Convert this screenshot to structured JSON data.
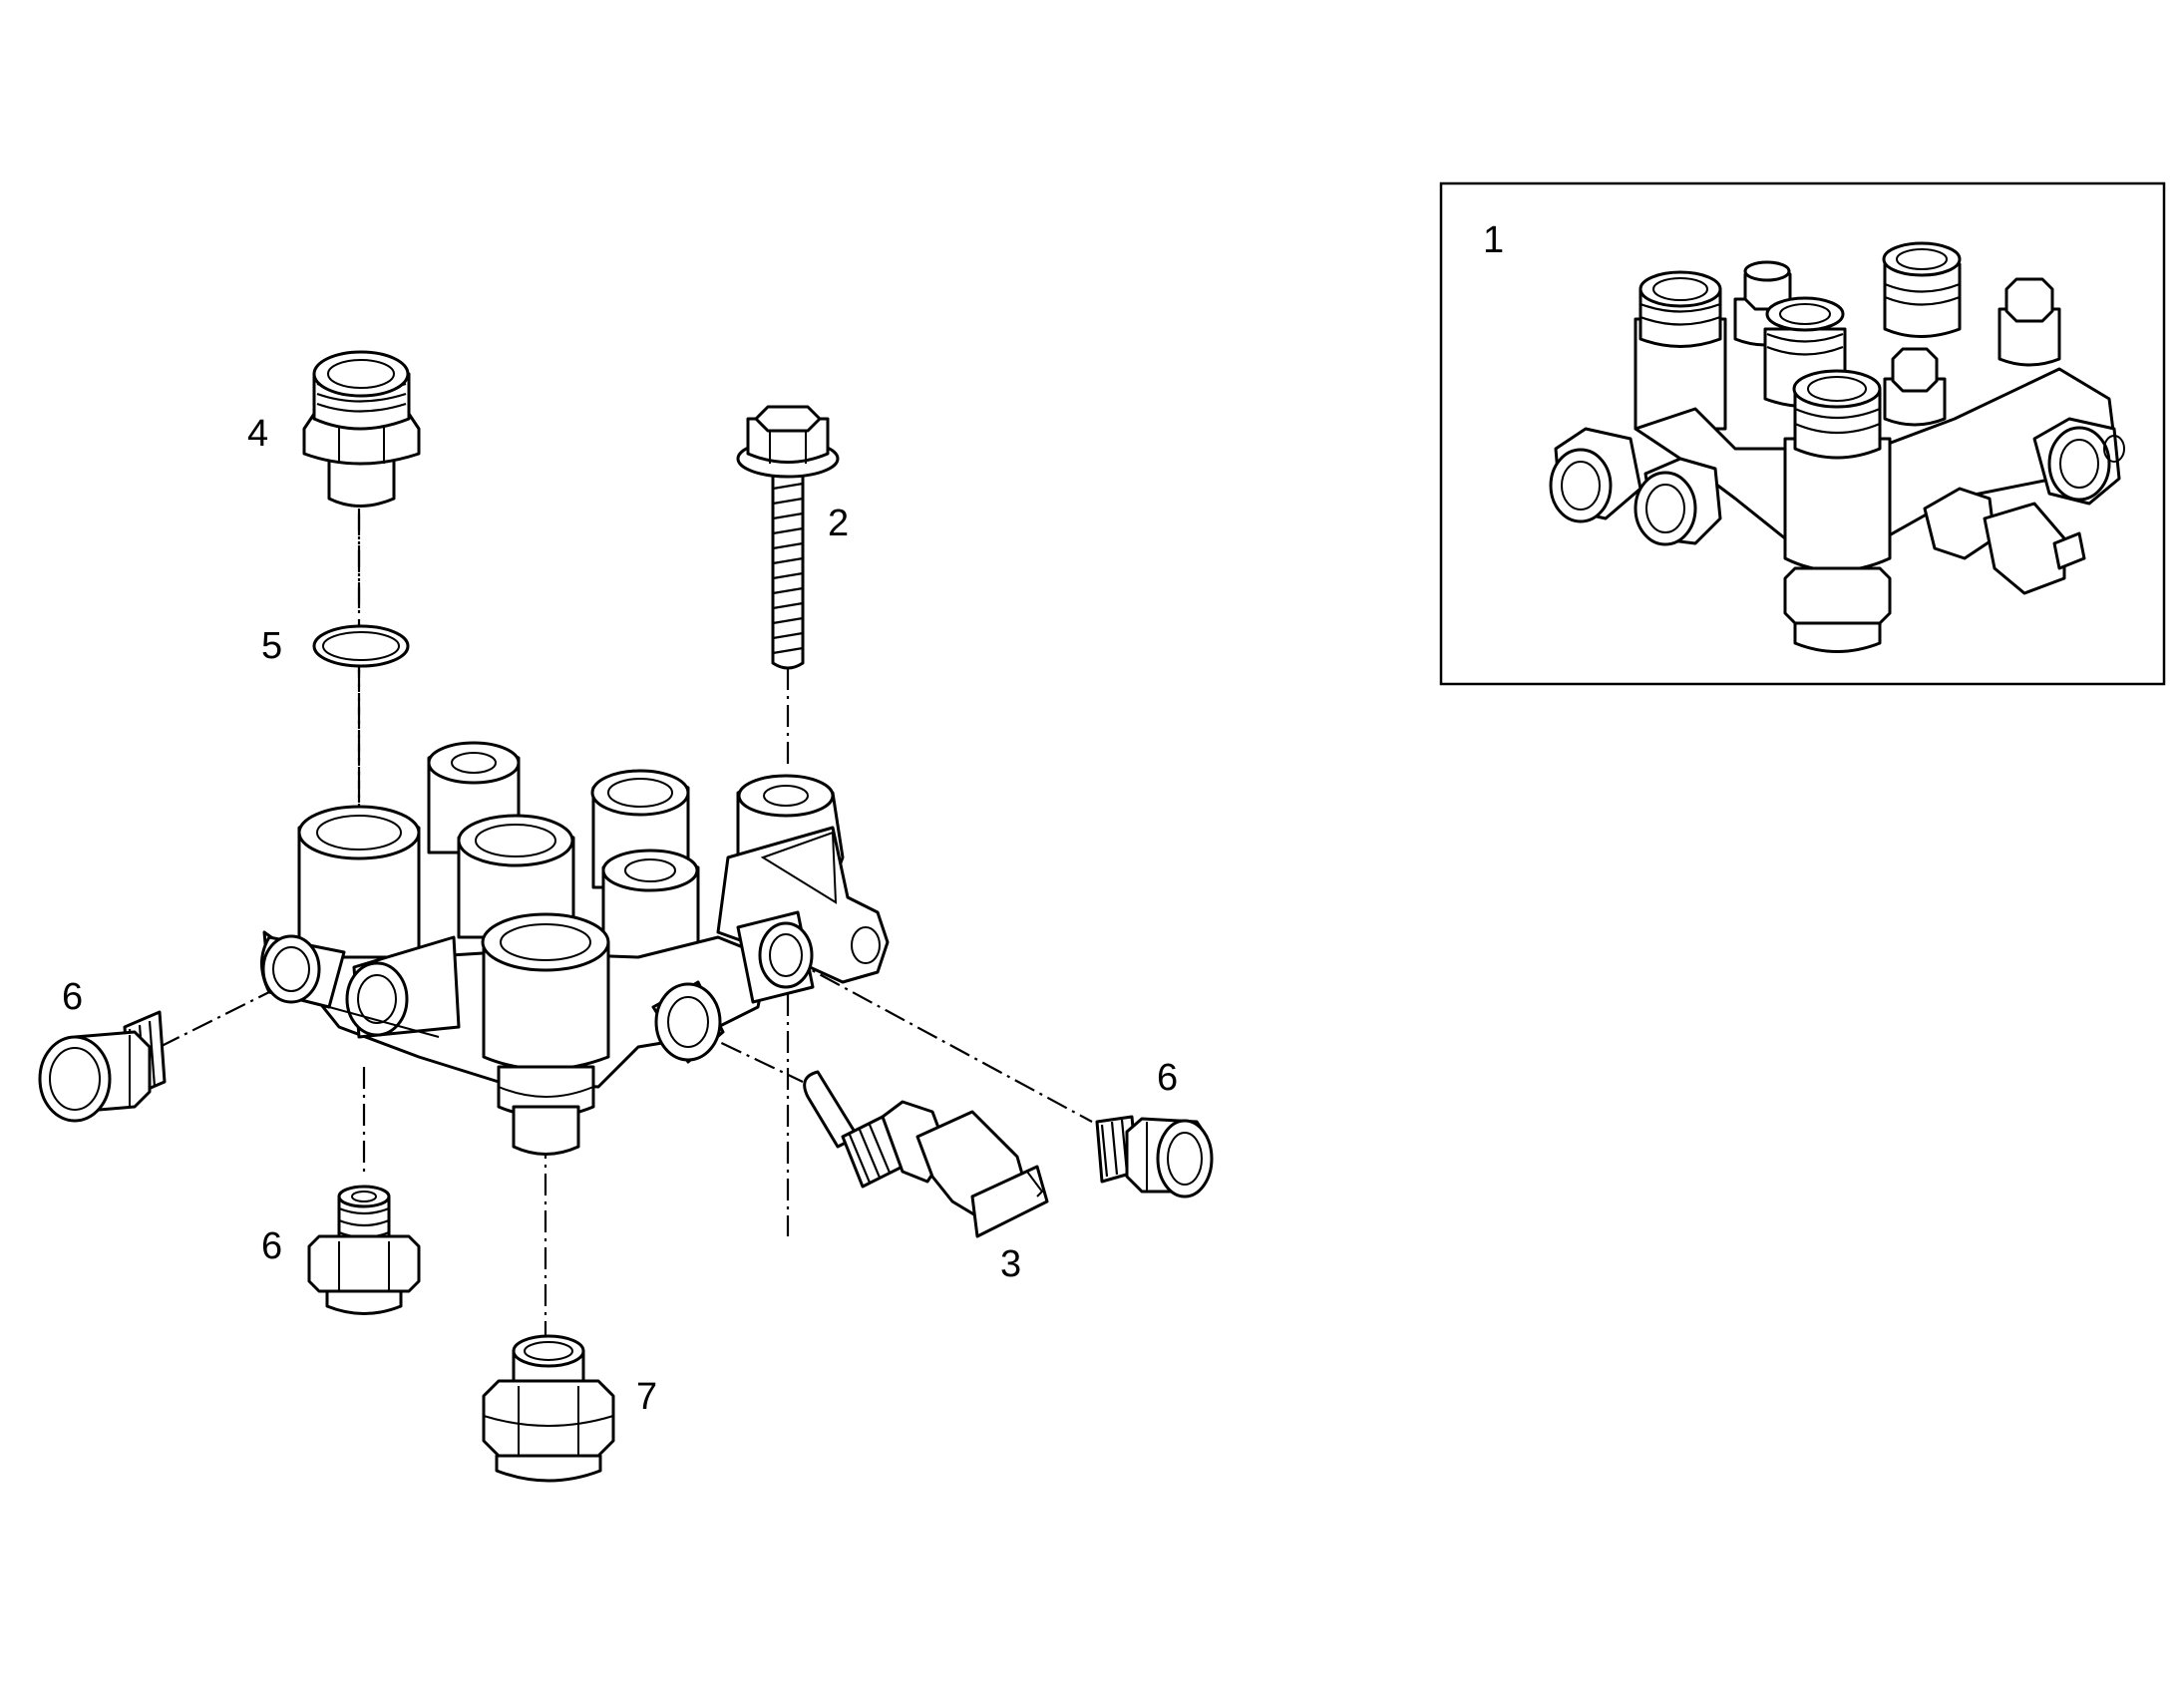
{
  "callouts": {
    "c1": "1",
    "c2": "2",
    "c3": "3",
    "c4": "4",
    "c5": "5",
    "c6a": "6",
    "c6b": "6",
    "c6c": "6",
    "c7": "7"
  },
  "colors": {
    "line": "#000000",
    "background": "#ffffff"
  }
}
